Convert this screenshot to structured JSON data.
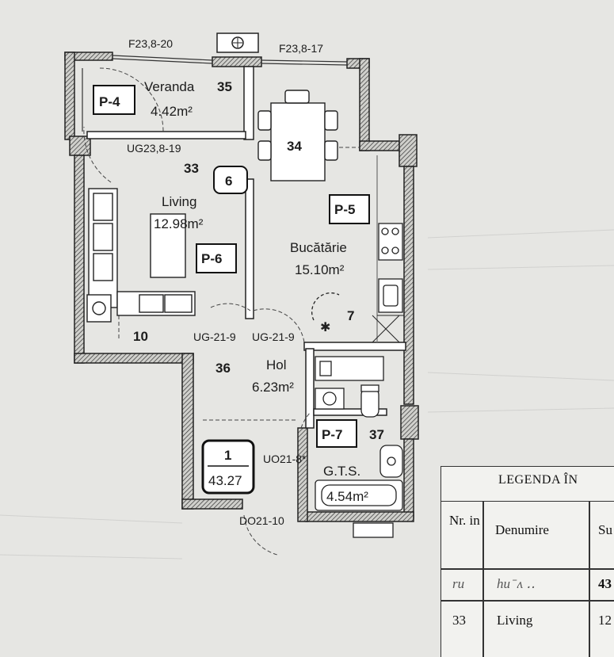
{
  "plan": {
    "windows": [
      "F23,8-20",
      "F23,8-17"
    ],
    "rooms": [
      {
        "id": "veranda",
        "name": "Veranda",
        "number": "35",
        "area": "4.42m²",
        "tag": "P-4"
      },
      {
        "id": "dining",
        "number": "34"
      },
      {
        "id": "living",
        "name": "Living",
        "number": "33",
        "area": "12.98m²",
        "tag": "P-6",
        "door_code": "UG23,8-19",
        "marker": "6"
      },
      {
        "id": "kitchen",
        "name": "Bucătărie",
        "area": "15.10m²",
        "tag": "P-5",
        "number": "7"
      },
      {
        "id": "hol",
        "name": "Hol",
        "number": "36",
        "area": "6.23m²",
        "door_codes": [
          "UG-21-9",
          "UG-21-9"
        ]
      },
      {
        "id": "gts",
        "name": "G.T.S.",
        "number": "37",
        "area": "4.54m²",
        "tag": "P-7",
        "door_code": "UO21-8*"
      }
    ],
    "wall_mark": "10",
    "apartment": {
      "number": "1",
      "area": "43.27"
    },
    "entrance_door": "DO21-10"
  },
  "legend": {
    "title": "LEGENDA ÎN",
    "columns": [
      "Nr. in",
      "Denumire",
      "Su"
    ],
    "rows": [
      {
        "nr": "ru",
        "name": "hu ̄ ʌ ‥",
        "area": "43"
      },
      {
        "nr": "33",
        "name": "Living",
        "area": "12"
      }
    ]
  },
  "colors": {
    "paper": "#e6e6e3",
    "ink": "#1c1c1c",
    "wall_fill": "#ffffff"
  }
}
